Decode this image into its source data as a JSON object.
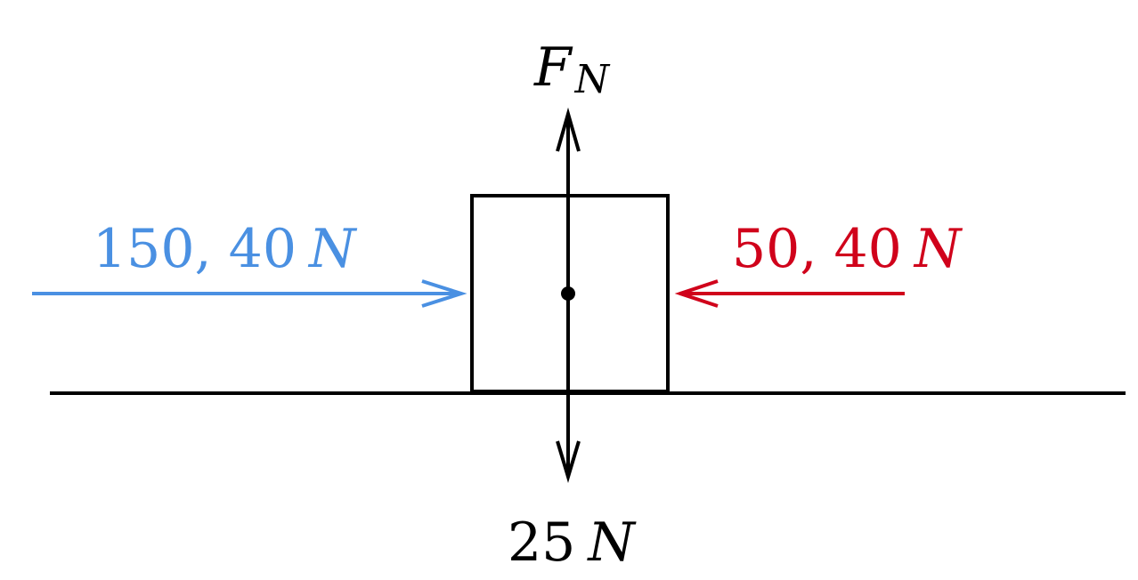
{
  "labels": {
    "normal_force": {
      "symbol": "F",
      "subscript": "N"
    },
    "applied_force_left": {
      "value": "150, 40",
      "unit": "N"
    },
    "applied_force_right": {
      "value": "50, 40",
      "unit": "N"
    },
    "weight": {
      "value": "25",
      "unit": "N"
    }
  },
  "colors": {
    "left_force": "#4a90e2",
    "right_force": "#d0021b",
    "ink": "#000000"
  }
}
